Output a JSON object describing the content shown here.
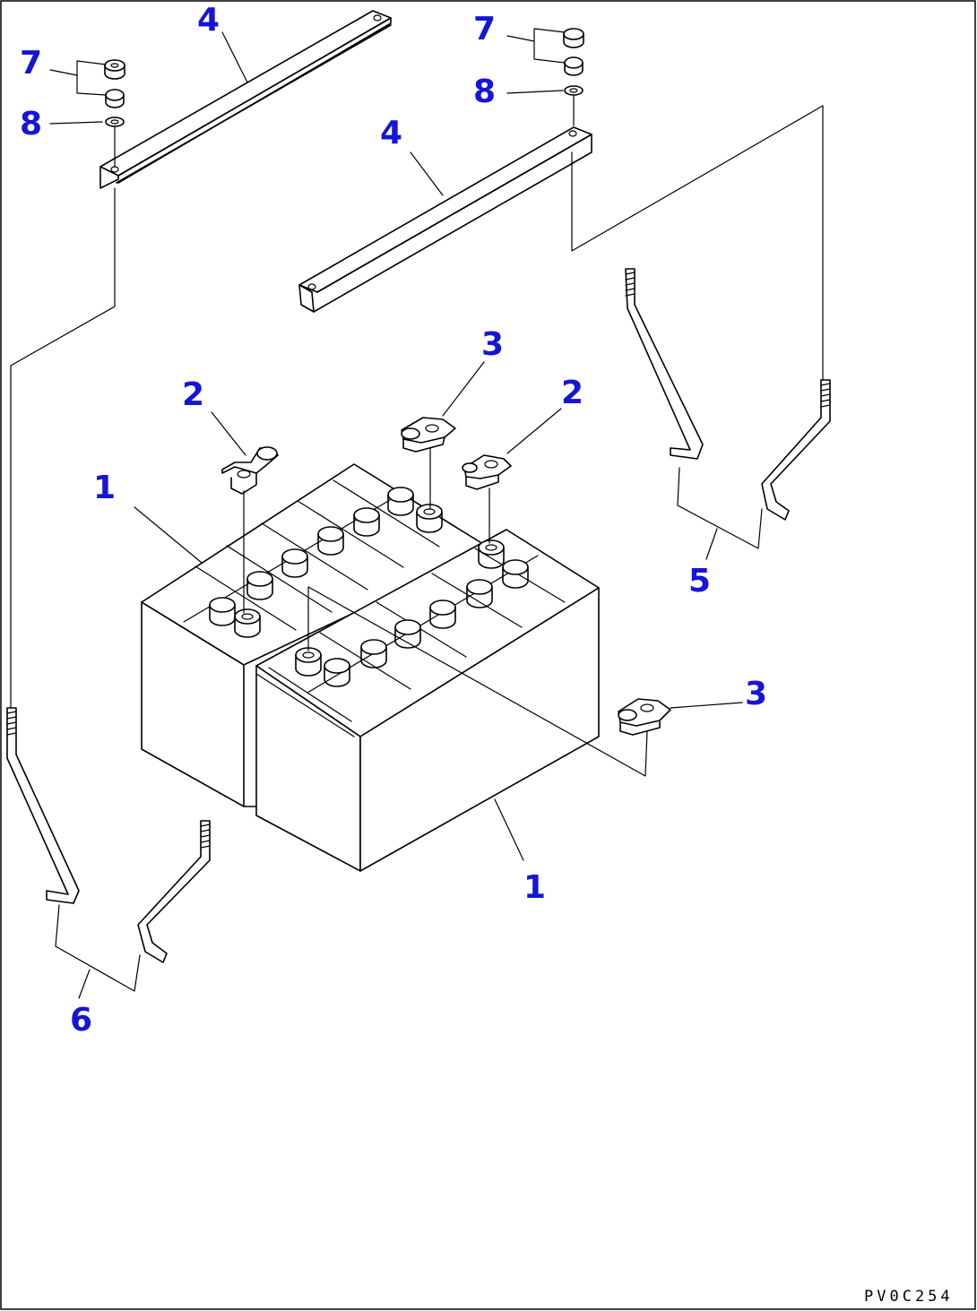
{
  "callouts": {
    "c1_upper": "1",
    "c1_lower": "1",
    "c2_left": "2",
    "c2_right": "2",
    "c3_top": "3",
    "c3_right": "3",
    "c4_left": "4",
    "c4_right": "4",
    "c5": "5",
    "c6": "6",
    "c7_left": "7",
    "c7_right": "7",
    "c8_left": "8",
    "c8_right": "8"
  },
  "drawing_code": "PV0C254",
  "colors": {
    "callout": "#1515d8",
    "line": "#000000",
    "background": "#ffffff"
  }
}
